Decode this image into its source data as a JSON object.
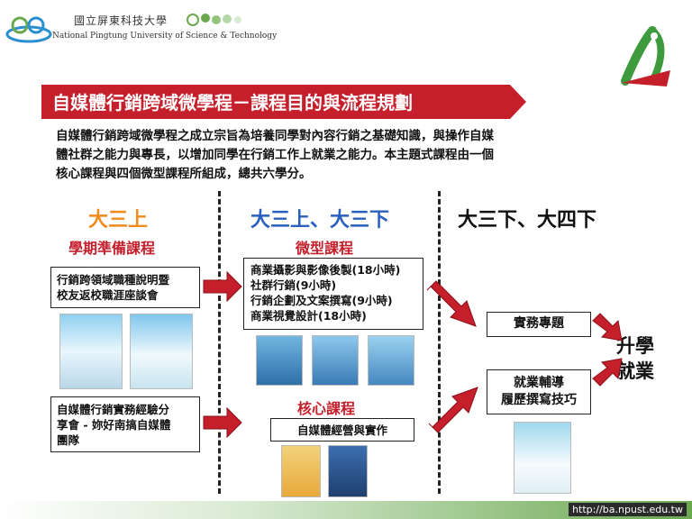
{
  "header": {
    "school_cn": "國立屏東科技大學",
    "school_en": "National Pingtung University of Science & Technology"
  },
  "title": "自媒體行銷跨域微學程－課程目的與流程規劃",
  "intro": [
    "自媒體行銷跨域微學程之成立宗旨為培養同學對內容行銷之基礎知識，與操作自媒",
    "體社群之能力與專長，以增加同學在行銷工作上就業之能力。本主題式課程由一個",
    "核心課程與四個微型課程所組成，總共六學分。"
  ],
  "col1": {
    "heading": "大三上",
    "subheading": "學期準備課程",
    "box_top": [
      "行銷跨領域職種說明暨",
      "校友返校職涯座談會"
    ],
    "box_bottom": [
      "自媒體行銷實務經驗分",
      "享會 - 妳好南搞自媒體",
      "團隊"
    ]
  },
  "col2": {
    "heading": "大三上、大三下",
    "subheading": "微型課程",
    "micro_courses": [
      "商業攝影與影像後製(18小時)",
      "社群行銷(9小時)",
      "行銷企劃及文案撰寫(9小時)",
      "商業視覺設計(18小時)"
    ],
    "core_heading": "核心課程",
    "core_course": "自媒體經營與實作"
  },
  "col3": {
    "heading": "大三下、大四下",
    "box_top": "實務專題",
    "box_bottom": [
      "就業輔導",
      "履歷撰寫技巧"
    ],
    "outcome": [
      "升學",
      "就業"
    ]
  },
  "footer": {
    "url": "http://ba.npust.edu.tw"
  },
  "colors": {
    "banner": "#c41f2b",
    "orange": "#f08a1a",
    "blue": "#2a5fc0",
    "arrow": "#c41f2b"
  }
}
